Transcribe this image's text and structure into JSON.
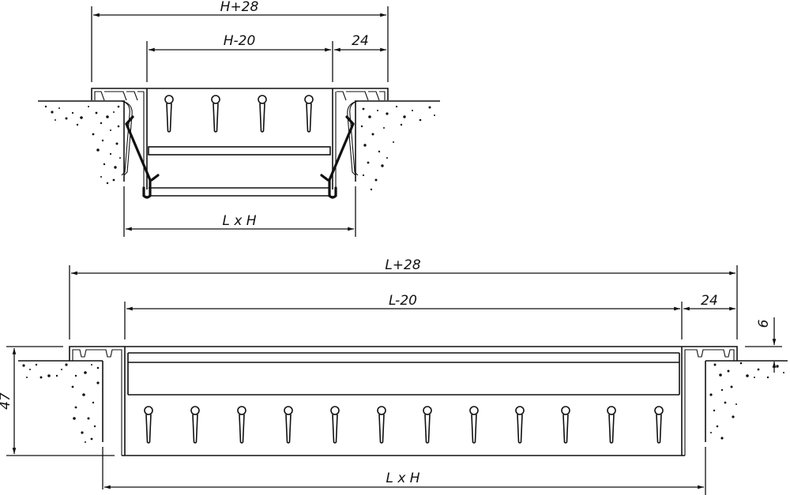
{
  "drawing": {
    "type": "technical-section-drawing",
    "subject": "floor grille with frame, two sectional views",
    "colors": {
      "line": "#111111",
      "background": "#ffffff"
    }
  },
  "top_view": {
    "dim_overall": "H+28",
    "dim_inner": "H-20",
    "dim_flange": "24",
    "dim_opening": "L x H",
    "blade_count": 4
  },
  "bottom_view": {
    "dim_overall": "L+28",
    "dim_inner": "L-20",
    "dim_flange": "24",
    "dim_opening": "L x H",
    "dim_height": "47",
    "dim_lip": "6",
    "blade_count": 12
  }
}
